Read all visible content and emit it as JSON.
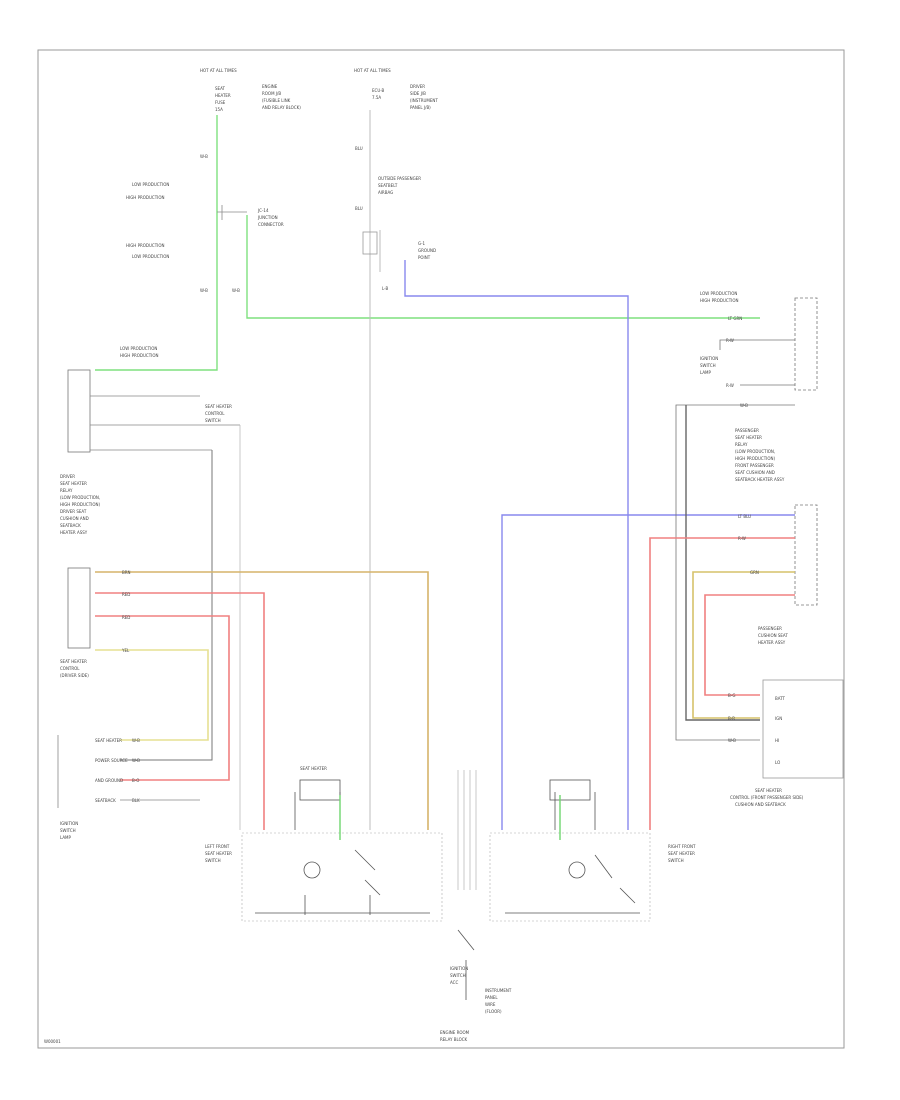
{
  "diagram": {
    "top_left_fuse_title": "HOT AT ALL TIMES",
    "top_right_fuse_title": "HOT AT ALL TIMES",
    "top_left_fuse": [
      "SEAT",
      "HEATER",
      "FUSE",
      "15A"
    ],
    "top_left_fuse_note": [
      "ENGINE",
      "ROOM J/B",
      "(FUSIBLE LINK",
      "AND RELAY BLOCK)"
    ],
    "top_right_fuse": [
      "ECU-B",
      "7.5A"
    ],
    "top_right_fuse_note": [
      "DRIVER",
      "SIDE J/B",
      "(INSTRUMENT",
      "PANEL J/B)"
    ],
    "prod_low_1": "LOW PRODUCTION",
    "prod_high_1": "HIGH PRODUCTION",
    "prod_high_2": "HIGH PRODUCTION",
    "prod_low_2": "LOW PRODUCTION",
    "junction_note": [
      "JC-14",
      "JUNCTION",
      "CONNECTOR"
    ],
    "ground_note": [
      "G-1",
      "GROUND",
      "POINT"
    ],
    "splice_note": [
      "OUTSIDE PASSENGER",
      "SEATBELT",
      "AIRBAG"
    ],
    "left_prod_tag": [
      "LOW PRODUCTION",
      "HIGH PRODUCTION"
    ],
    "left_relay_title": [
      "DRIVER",
      "SEAT HEATER",
      "RELAY",
      "(LOW PRODUCTION,",
      "HIGH PRODUCTION)",
      "DRIVER SEAT",
      "CUSHION AND",
      "SEATBACK",
      "HEATER ASSY"
    ],
    "left_seat_block": [
      "SEAT HEATER",
      "CONTROL",
      "SWITCH"
    ],
    "left_seat_module_title": [
      "SEAT HEATER",
      "CONTROL",
      "(DRIVER SIDE)"
    ],
    "left_switch_title": [
      "LEFT FRONT",
      "SEAT HEATER",
      "SWITCH"
    ],
    "right_switch_title": [
      "RIGHT FRONT",
      "SEAT HEATER",
      "SWITCH"
    ],
    "right_relay_title": [
      "PASSENGER",
      "SEAT HEATER",
      "RELAY",
      "(LOW PRODUCTION,",
      "HIGH PRODUCTION)",
      "FRONT PASSENGER",
      "SEAT CUSHION AND",
      "SEATBACK HEATER ASSY"
    ],
    "right_prod_tag": [
      "LOW PRODUCTION",
      "HIGH PRODUCTION"
    ],
    "right_cushion_title": [
      "PASSENGER",
      "CUSHION SEAT",
      "HEATER ASSY"
    ],
    "right_seat_module": [
      "SEAT HEATER",
      "CONTROL (FRONT PASSENGER SIDE)",
      "CUSHION AND SEATBACK"
    ],
    "right_module_pins": [
      "BATT",
      "IGN",
      "HI",
      "LO"
    ],
    "left_module_pins": [
      "SEAT HEATER",
      "POWER SOURCE",
      "AND GROUND",
      "SEATBACK"
    ],
    "lamp_label": [
      "IGNITION",
      "SWITCH",
      "LAMP"
    ],
    "bottom_ground": [
      "IGNITION",
      "SWITCH",
      "ACC"
    ],
    "bottom_ground_note": [
      "INSTRUMENT",
      "PANEL",
      "WIRE",
      "(FLOOR)"
    ],
    "bottom_title": [
      "ENGINE ROOM",
      "RELAY BLOCK"
    ],
    "wire_labels": [
      "W-B",
      "W-B",
      "BLU",
      "BLU",
      "L-B",
      "R-W",
      "R-W",
      "R-W",
      "B-G",
      "B-R",
      "W-B",
      "YEL",
      "W-B",
      "GRN",
      "B-O",
      "LT GRN",
      "W-B",
      "RED",
      "LT BLU",
      "BRN",
      "RED",
      "W-B",
      "BLK"
    ],
    "footer_code": "W00001"
  }
}
